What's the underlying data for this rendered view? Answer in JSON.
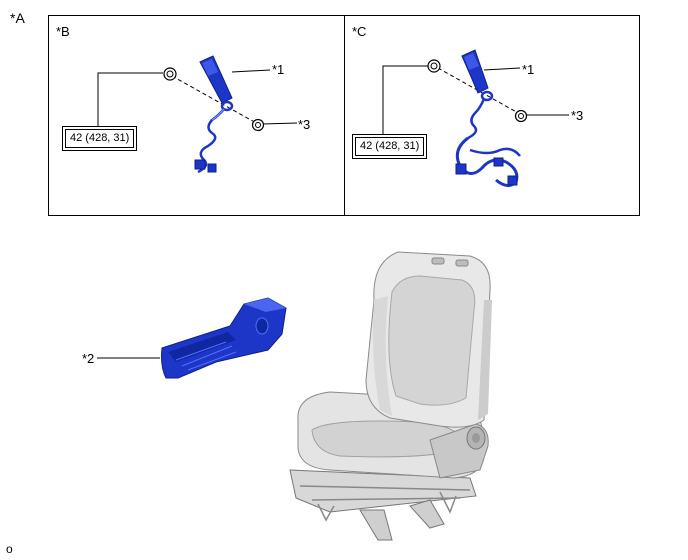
{
  "labels": {
    "main": "*A",
    "panel_left": "*B",
    "panel_right": "*C",
    "callout_1": "*1",
    "callout_2": "*2",
    "callout_3": "*3",
    "footer": "o"
  },
  "torque_spec": "42 (428, 31)",
  "colors": {
    "part_blue": "#1e36c8",
    "part_dark": "#0c1f8a",
    "seat_light": "#e4e4e4",
    "seat_mid": "#c8c8c8",
    "seat_dark": "#9a9a9a"
  }
}
